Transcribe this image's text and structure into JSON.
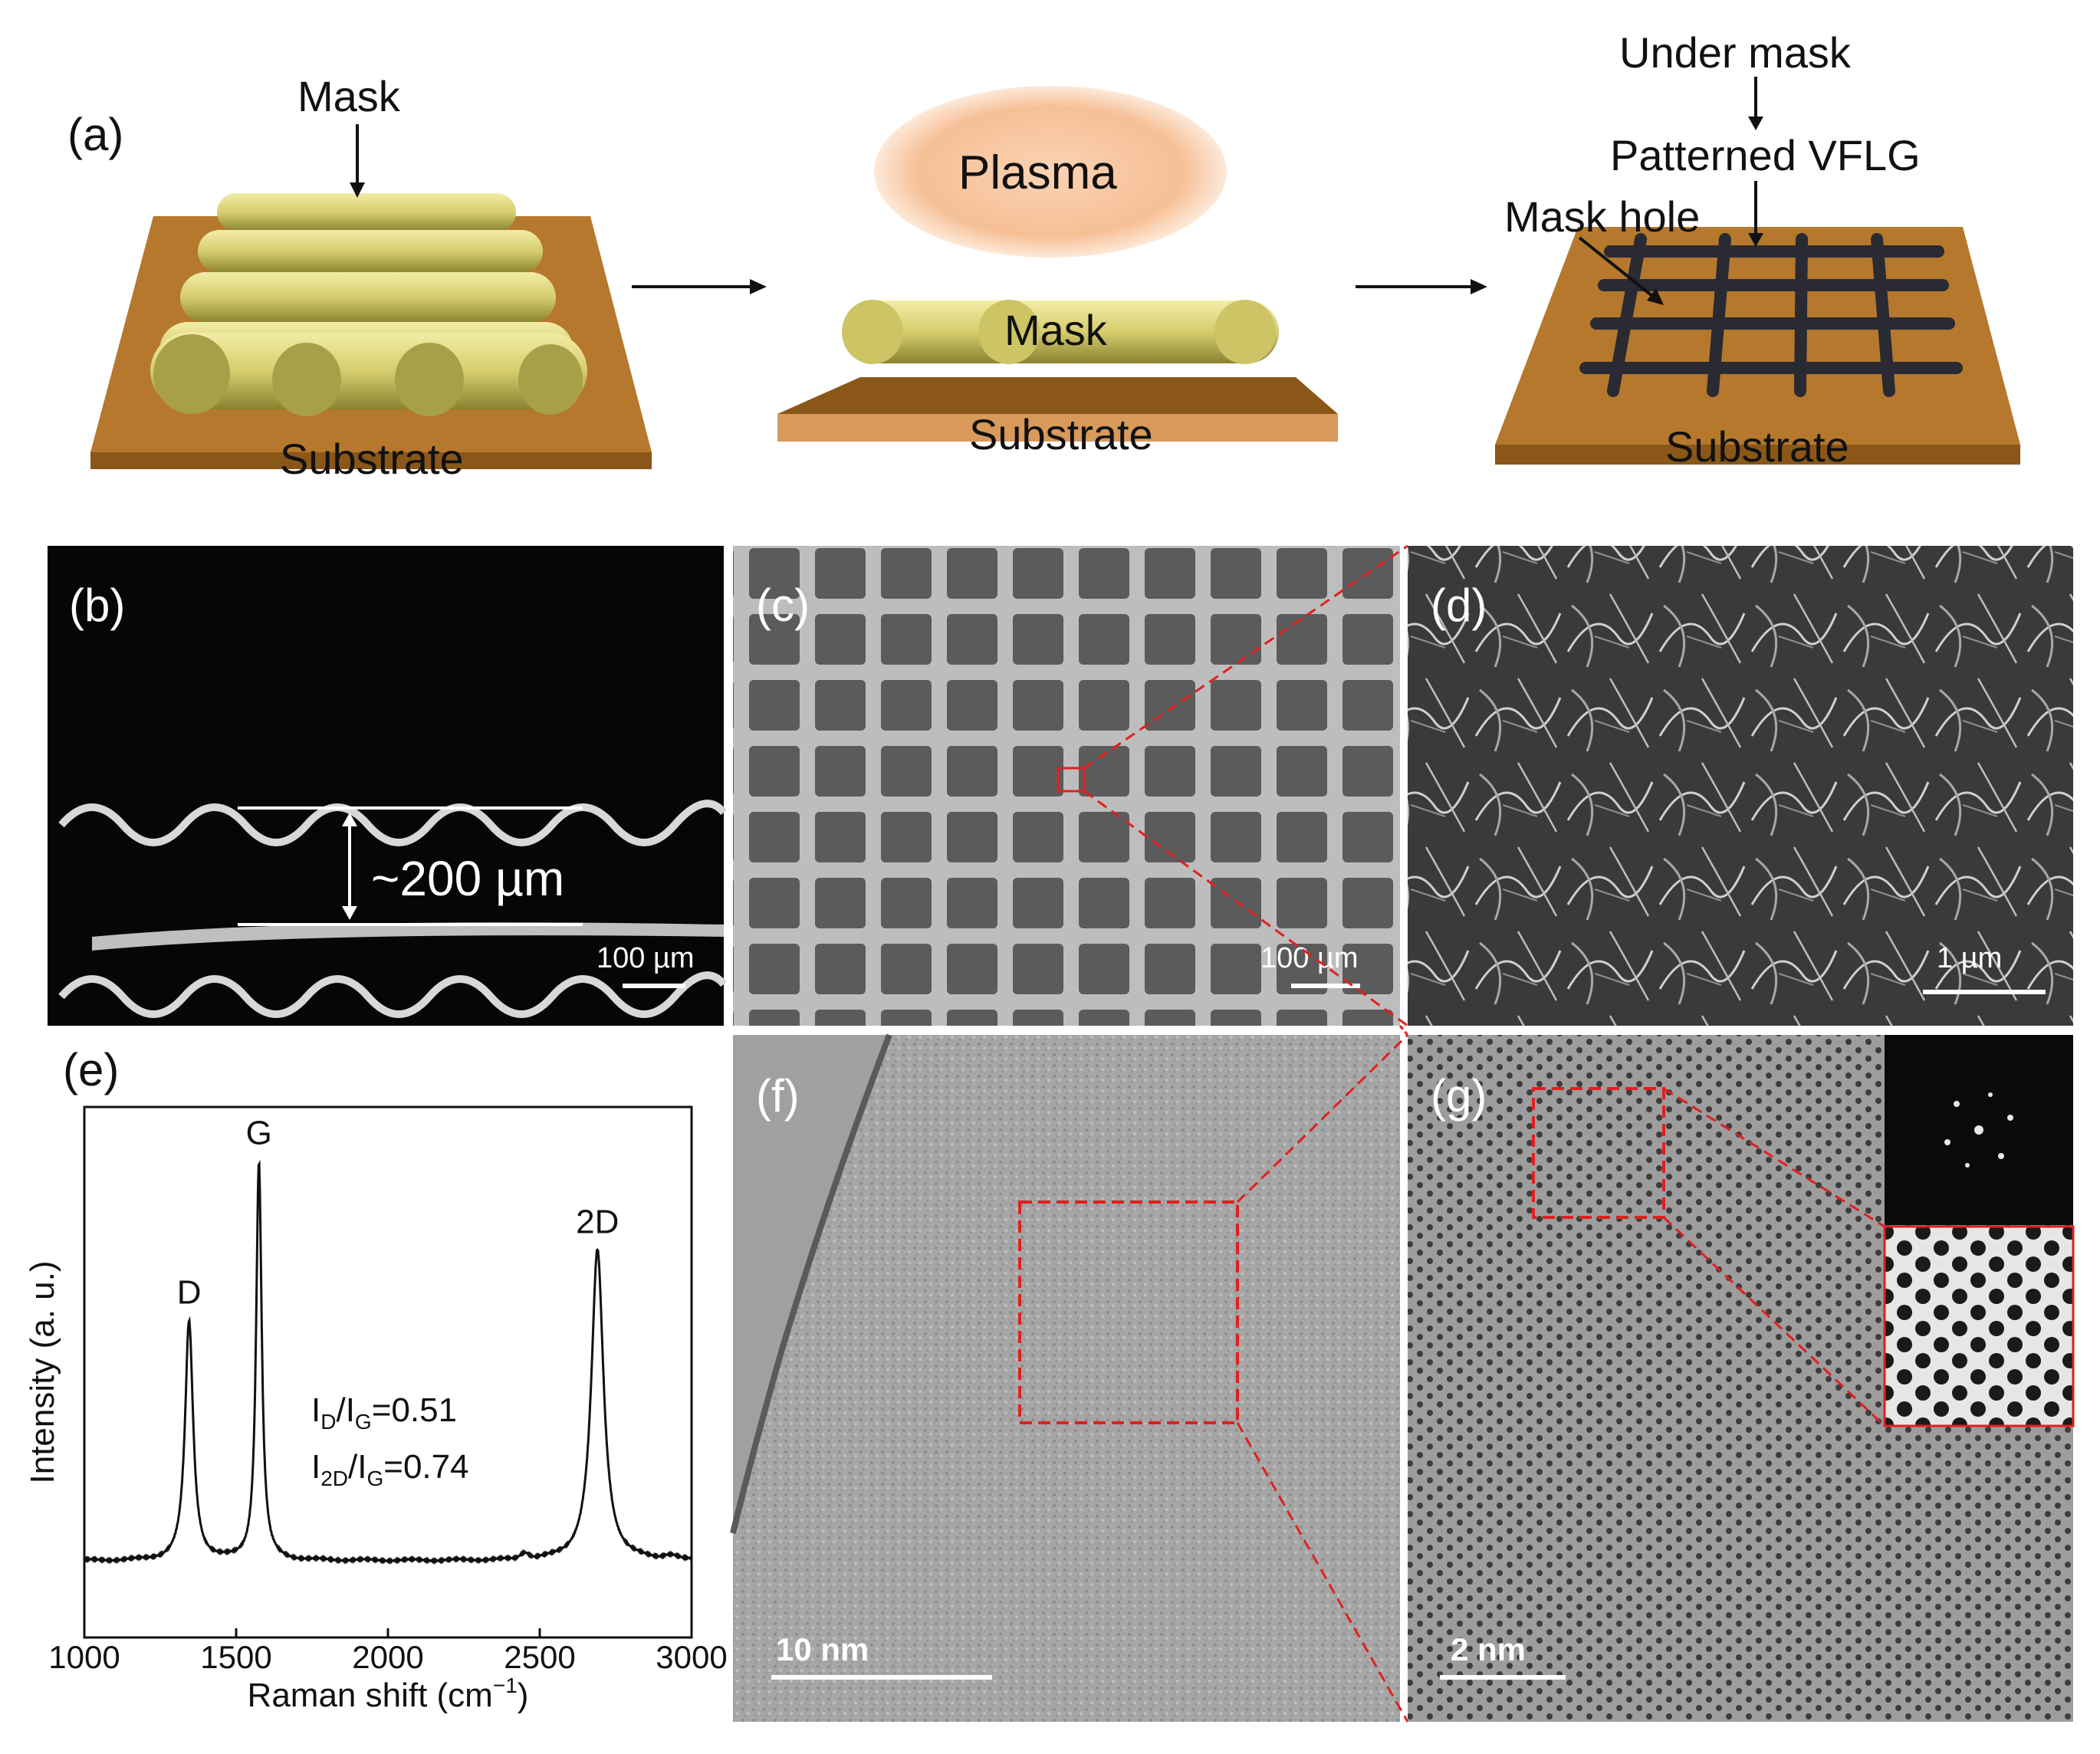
{
  "panel_a": {
    "label": "(a)",
    "step1": {
      "mask": "Mask",
      "substrate": "Substrate"
    },
    "step2": {
      "plasma": "Plasma",
      "mask": "Mask",
      "substrate": "Substrate"
    },
    "step3": {
      "under_mask": "Under mask",
      "patterned": "Patterned VFLG",
      "mask_hole": "Mask hole",
      "substrate": "Substrate"
    }
  },
  "panel_b": {
    "label": "(b)",
    "dimension": "~200 µm",
    "scale": "100 µm"
  },
  "panel_c": {
    "label": "(c)",
    "scale": "100 µm"
  },
  "panel_d": {
    "label": "(d)",
    "scale": "1 µm"
  },
  "panel_f": {
    "label": "(f)",
    "scale": "10 nm"
  },
  "panel_g": {
    "label": "(g)",
    "scale": "2 nm"
  },
  "colors": {
    "mask": "#d8cf72",
    "substrate": "#b5782c",
    "plasma": "#f8c8a0",
    "highlight": "#e02020"
  },
  "chart_data": {
    "type": "line",
    "label": "(e)",
    "xlabel": "Raman shift (cm",
    "xlabel_sup": "−1",
    "xlabel_end": ")",
    "ylabel": "Intensity (a. u.)",
    "xlim": [
      1000,
      3000
    ],
    "xticks": [
      "1000",
      "1500",
      "2000",
      "2500",
      "3000"
    ],
    "peaks": [
      {
        "name": "D",
        "x": 1345,
        "height": 0.6
      },
      {
        "name": "G",
        "x": 1575,
        "height": 1.0
      },
      {
        "name": "2D",
        "x": 2690,
        "height": 0.78
      }
    ],
    "annotations": [
      {
        "base": "I",
        "sub1": "D",
        "mid": "/I",
        "sub2": "G",
        "value": "=0.51"
      },
      {
        "base": "I",
        "sub1": "2D",
        "mid": "/I",
        "sub2": "G",
        "value": "=0.74"
      }
    ]
  }
}
